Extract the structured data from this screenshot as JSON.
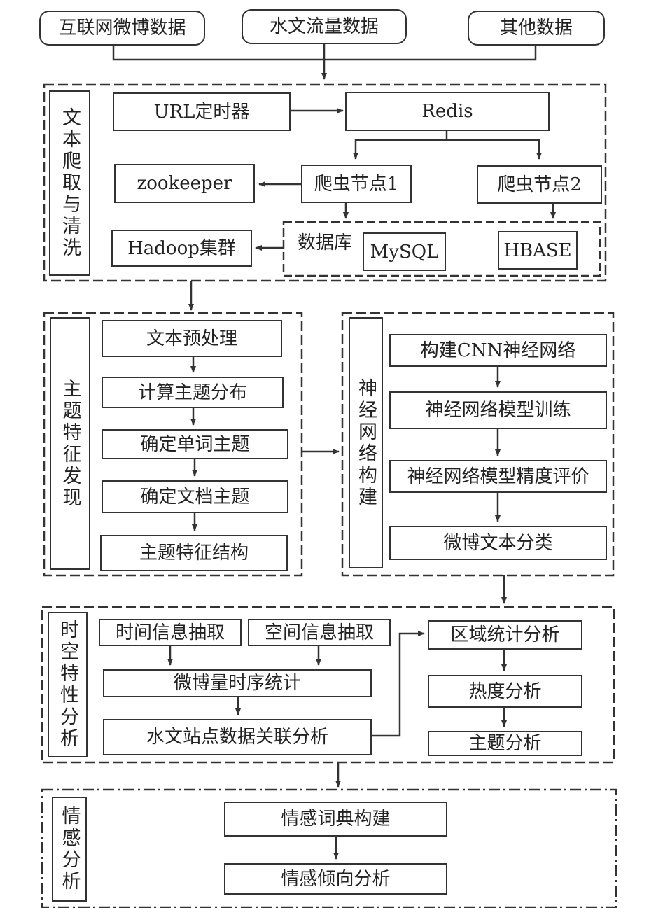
{
  "sources": {
    "weibo": "互联网微博数据",
    "hydro": "水文流量数据",
    "other": "其他数据"
  },
  "crawl": {
    "label": "文本爬取与清洗",
    "url_timer": "URL定时器",
    "redis": "Redis",
    "zookeeper": "zookeeper",
    "node1": "爬虫节点1",
    "node2": "爬虫节点2",
    "hadoop": "Hadoop集群",
    "database": "数据库",
    "mysql": "MySQL",
    "hbase": "HBASE"
  },
  "topic": {
    "label": "主题特征发现",
    "steps": [
      "文本预处理",
      "计算主题分布",
      "确定单词主题",
      "确定文档主题",
      "主题特征结构"
    ]
  },
  "nn": {
    "label": "神经网络构建",
    "steps": [
      "构建CNN神经网络",
      "神经网络模型训练",
      "神经网络模型精度评价",
      "微博文本分类"
    ]
  },
  "spatiotemporal": {
    "label": "时空特性分析",
    "time_extract": "时间信息抽取",
    "space_extract": "空间信息抽取",
    "weibo_stats": "微博量时序统计",
    "hydro_assoc": "水文站点数据关联分析",
    "region_stats": "区域统计分析",
    "heat": "热度分析",
    "topic_analysis": "主题分析"
  },
  "sentiment": {
    "label": "情感分析",
    "dict": "情感词典构建",
    "tendency": "情感倾向分析"
  }
}
